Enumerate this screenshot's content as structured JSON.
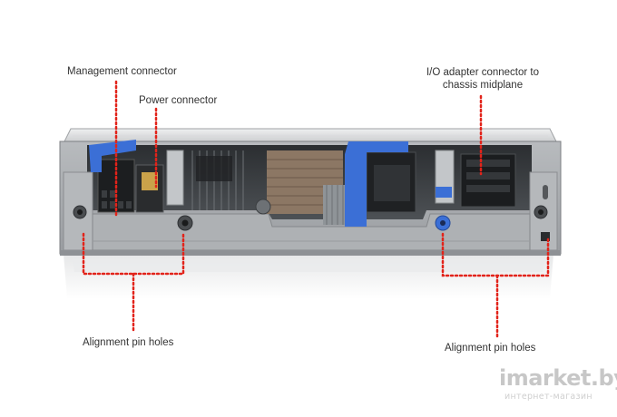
{
  "labels": {
    "management_connector": "Management connector",
    "power_connector": "Power connector",
    "io_adapter_line1": "I/O adapter connector to",
    "io_adapter_line2": "chassis midplane",
    "alignment_left": "Alignment pin holes",
    "alignment_right": "Alignment pin holes"
  },
  "watermark": {
    "brand": "imarket.by",
    "tagline": "интернет-магазин"
  },
  "colors": {
    "callout": "#e2231a",
    "chassis": "#a6a9ac",
    "chassis_dark": "#3f4347",
    "accent_blue": "#3b6fd6",
    "text": "#333333"
  }
}
